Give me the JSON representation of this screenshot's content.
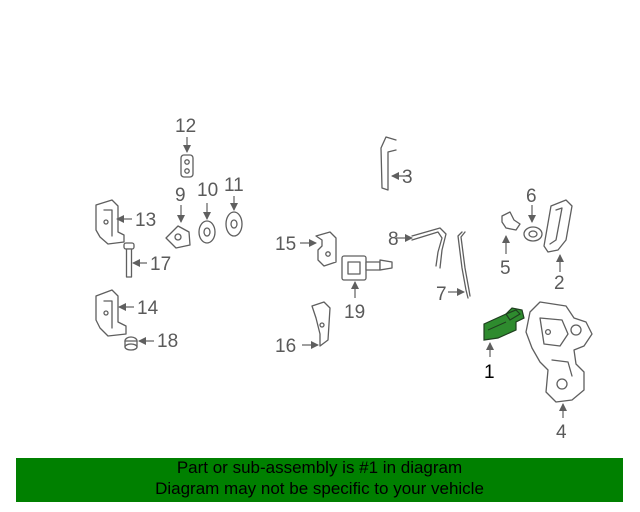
{
  "diagram": {
    "callouts": {
      "c1": "1",
      "c2": "2",
      "c3": "3",
      "c4": "4",
      "c5": "5",
      "c6": "6",
      "c7": "7",
      "c8": "8",
      "c9": "9",
      "c10": "10",
      "c11": "11",
      "c12": "12",
      "c13": "13",
      "c14": "14",
      "c15": "15",
      "c16": "16",
      "c17": "17",
      "c18": "18",
      "c19": "19"
    },
    "highlight_part": "1",
    "highlight_color": "#2e8b2e",
    "line_color": "#5f5f5f"
  },
  "footer": {
    "line1": "Part or sub-assembly is #1 in diagram",
    "line2": "Diagram may not be specific to your vehicle",
    "background_color": "#008000"
  }
}
